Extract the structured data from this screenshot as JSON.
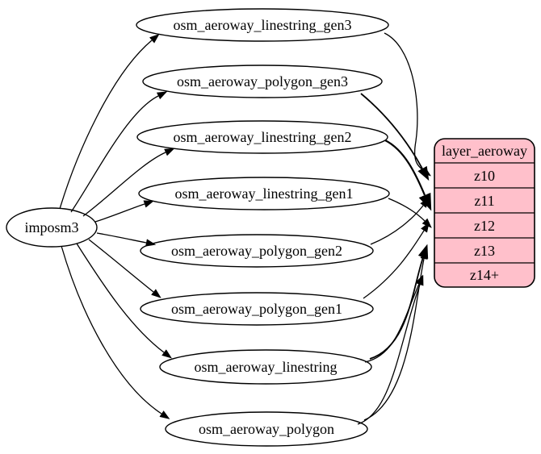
{
  "diagram": {
    "type": "etl-graph",
    "background": "#ffffff",
    "colors": {
      "node_fill": "#ffffff",
      "record_fill": "#ffc0cb",
      "stroke": "#000000",
      "text": "#000000"
    },
    "source": {
      "label": "imposm3"
    },
    "tables": [
      {
        "label": "osm_aeroway_linestring_gen3",
        "zoom_targets": [
          "z10"
        ]
      },
      {
        "label": "osm_aeroway_polygon_gen3",
        "zoom_targets": [
          "z10"
        ]
      },
      {
        "label": "osm_aeroway_linestring_gen2",
        "zoom_targets": [
          "z11"
        ]
      },
      {
        "label": "osm_aeroway_linestring_gen1",
        "zoom_targets": [
          "z12"
        ]
      },
      {
        "label": "osm_aeroway_polygon_gen2",
        "zoom_targets": [
          "z11"
        ]
      },
      {
        "label": "osm_aeroway_polygon_gen1",
        "zoom_targets": [
          "z12"
        ]
      },
      {
        "label": "osm_aeroway_linestring",
        "zoom_targets": [
          "z13",
          "z14+"
        ]
      },
      {
        "label": "osm_aeroway_polygon",
        "zoom_targets": [
          "z13",
          "z14+"
        ]
      }
    ],
    "record": {
      "title": "layer_aeroway",
      "rows": [
        "z10",
        "z11",
        "z12",
        "z13",
        "z14+"
      ]
    },
    "edges": {
      "from_source_to": [
        "osm_aeroway_linestring_gen3",
        "osm_aeroway_polygon_gen3",
        "osm_aeroway_linestring_gen2",
        "osm_aeroway_linestring_gen1",
        "osm_aeroway_polygon_gen2",
        "osm_aeroway_polygon_gen1",
        "osm_aeroway_linestring",
        "osm_aeroway_polygon"
      ],
      "table_to_layer": [
        {
          "from": "osm_aeroway_linestring_gen3",
          "to": "z10"
        },
        {
          "from": "osm_aeroway_polygon_gen3",
          "to": "z10"
        },
        {
          "from": "osm_aeroway_linestring_gen2",
          "to": "z11"
        },
        {
          "from": "osm_aeroway_polygon_gen2",
          "to": "z11"
        },
        {
          "from": "osm_aeroway_linestring_gen1",
          "to": "z12"
        },
        {
          "from": "osm_aeroway_polygon_gen1",
          "to": "z12"
        },
        {
          "from": "osm_aeroway_linestring",
          "to": "z13"
        },
        {
          "from": "osm_aeroway_linestring",
          "to": "z14+"
        },
        {
          "from": "osm_aeroway_polygon",
          "to": "z13"
        },
        {
          "from": "osm_aeroway_polygon",
          "to": "z14+"
        }
      ]
    }
  }
}
